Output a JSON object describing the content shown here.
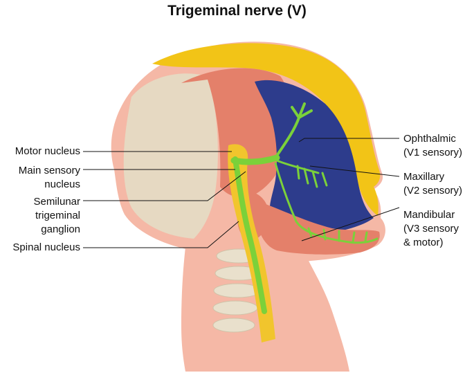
{
  "title": "Trigeminal nerve (V)",
  "labels": {
    "motor_nucleus": "Motor nucleus",
    "main_sensory_nucleus_1": "Main sensory",
    "main_sensory_nucleus_2": "nucleus",
    "semilunar_1": "Semilunar",
    "semilunar_2": "trigeminal",
    "semilunar_3": "ganglion",
    "spinal_nucleus": "Spinal nucleus",
    "ophthalmic_1": "Ophthalmic",
    "ophthalmic_2": "(V1 sensory)",
    "maxillary_1": "Maxillary",
    "maxillary_2": "(V2 sensory)",
    "mandibular_1": "Mandibular",
    "mandibular_2": "(V3 sensory",
    "mandibular_3": "& motor)"
  },
  "colors": {
    "skin": "#f5b8a6",
    "skin_dark": "#ee9d86",
    "skull_bone": "#e6d9c2",
    "muscle_red": "#e4806a",
    "scalp_yellow": "#f2c417",
    "face_blue": "#2d3c8c",
    "nerve_green": "#7bd13a",
    "spine_bone": "#e9e0cc",
    "spinal_cord": "#f1c52d"
  }
}
